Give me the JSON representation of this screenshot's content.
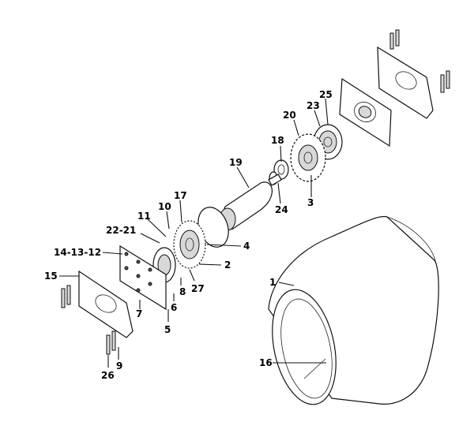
{
  "diagram": {
    "labels": [
      {
        "id": "l1",
        "text": "1"
      },
      {
        "id": "l2",
        "text": "2"
      },
      {
        "id": "l3",
        "text": "3"
      },
      {
        "id": "l4",
        "text": "4"
      },
      {
        "id": "l5",
        "text": "5"
      },
      {
        "id": "l6",
        "text": "6"
      },
      {
        "id": "l7",
        "text": "7"
      },
      {
        "id": "l8",
        "text": "8"
      },
      {
        "id": "l9",
        "text": "9"
      },
      {
        "id": "l10",
        "text": "10"
      },
      {
        "id": "l11",
        "text": "11"
      },
      {
        "id": "l12",
        "text": "14-13-12"
      },
      {
        "id": "l15",
        "text": "15"
      },
      {
        "id": "l16",
        "text": "16"
      },
      {
        "id": "l17",
        "text": "17"
      },
      {
        "id": "l18",
        "text": "18"
      },
      {
        "id": "l19",
        "text": "19"
      },
      {
        "id": "l20",
        "text": "20"
      },
      {
        "id": "l21",
        "text": "22-21"
      },
      {
        "id": "l23",
        "text": "23"
      },
      {
        "id": "l24",
        "text": "24"
      },
      {
        "id": "l25",
        "text": "25"
      },
      {
        "id": "l26",
        "text": "26"
      },
      {
        "id": "l27",
        "text": "27"
      }
    ]
  }
}
